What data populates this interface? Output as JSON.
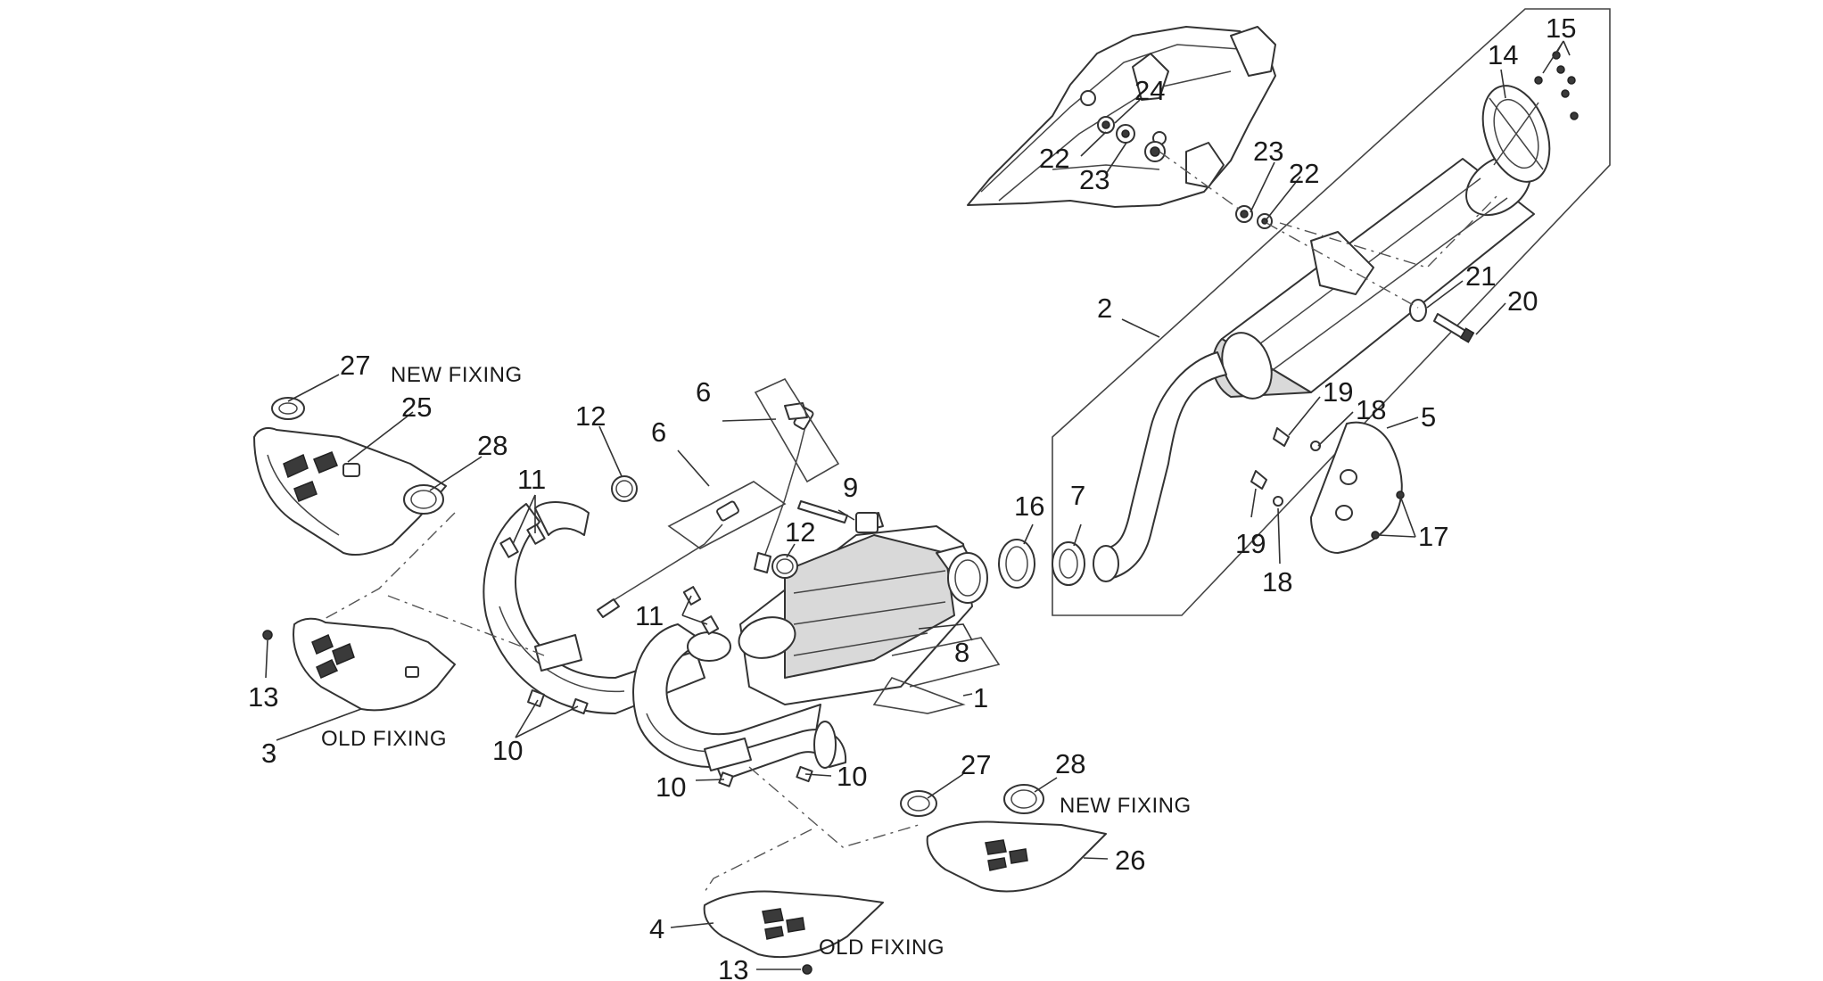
{
  "labels": {
    "p1": "1",
    "p2": "2",
    "p3": "3",
    "p4": "4",
    "p5": "5",
    "p6a": "6",
    "p6b": "6",
    "p7": "7",
    "p8": "8",
    "p9": "9",
    "p10a": "10",
    "p10b": "10",
    "p10c": "10",
    "p11a": "11",
    "p11b": "11",
    "p12a": "12",
    "p12b": "12",
    "p13a": "13",
    "p13b": "13",
    "p14": "14",
    "p15": "15",
    "p16": "16",
    "p17": "17",
    "p18a": "18",
    "p18b": "18",
    "p19a": "19",
    "p19b": "19",
    "p20": "20",
    "p21": "21",
    "p22a": "22",
    "p22b": "22",
    "p23a": "23",
    "p23b": "23",
    "p24": "24",
    "p25": "25",
    "p26": "26",
    "p27a": "27",
    "p27b": "27",
    "p28a": "28",
    "p28b": "28"
  },
  "notes": {
    "new_fixing_top": "NEW FIXING",
    "old_fixing_left": "OLD FIXING",
    "new_fixing_bottom": "NEW FIXING",
    "old_fixing_bottom": "OLD FIXING"
  }
}
